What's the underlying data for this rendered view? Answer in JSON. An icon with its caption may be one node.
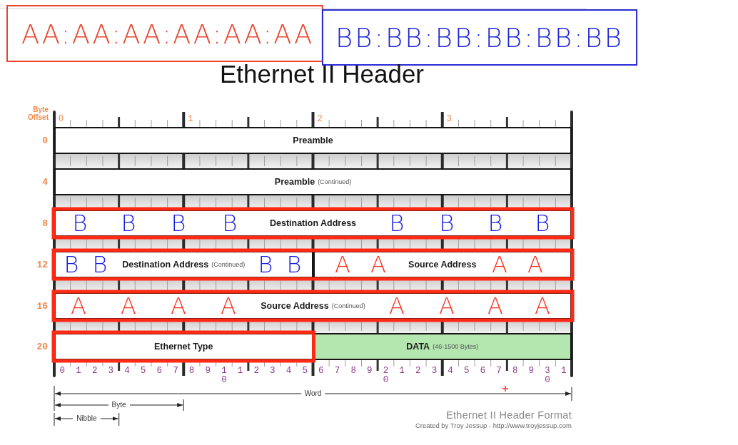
{
  "diagram": {
    "title": "Ethernet II Header",
    "caption": "Ethernet II Header Format",
    "nodes": [
      {
        "text": [
          "Preamble"
        ]
      },
      {
        "text": [
          "Preamble",
          "(Continued)"
        ]
      },
      {
        "text": [
          "Destination Address"
        ]
      },
      {
        "text": [
          "Destination Address",
          "(Continued)"
        ]
      },
      {
        "text": [
          "Source Address"
        ]
      },
      {
        "text": [
          "Source Address",
          "(Continued)"
        ]
      },
      {
        "text": [
          "Ethernet Type"
        ]
      },
      {
        "text": [
          "DATA",
          "(46-1500 Bytes)"
        ]
      }
    ],
    "labels": [
      "AA:AA:AA:AA:AA:AA",
      "BB:BB:BB:BB:BB:BB",
      "Byte Offset",
      "0",
      "1",
      "2",
      "3",
      "0",
      "4",
      "8",
      "B",
      "B",
      "B",
      "B",
      "B",
      "B",
      "B",
      "B",
      "12",
      "B",
      "B",
      "B",
      "B",
      "A",
      "A",
      "A",
      "A",
      "16",
      "A",
      "A",
      "A",
      "A",
      "A",
      "A",
      "A",
      "A",
      "20",
      "0",
      "1",
      "2",
      "3",
      "4",
      "5",
      "6",
      "7",
      "8",
      "9",
      "10",
      "1",
      "2",
      "3",
      "4",
      "5",
      "6",
      "7",
      "8",
      "9",
      "20",
      "1",
      "2",
      "3",
      "4",
      "5",
      "6",
      "7",
      "8",
      "9",
      "30",
      "1",
      "Word",
      "Byte",
      "Nibble",
      "Created by Troy Jessup - http://www.troyjessup.com"
    ]
  }
}
